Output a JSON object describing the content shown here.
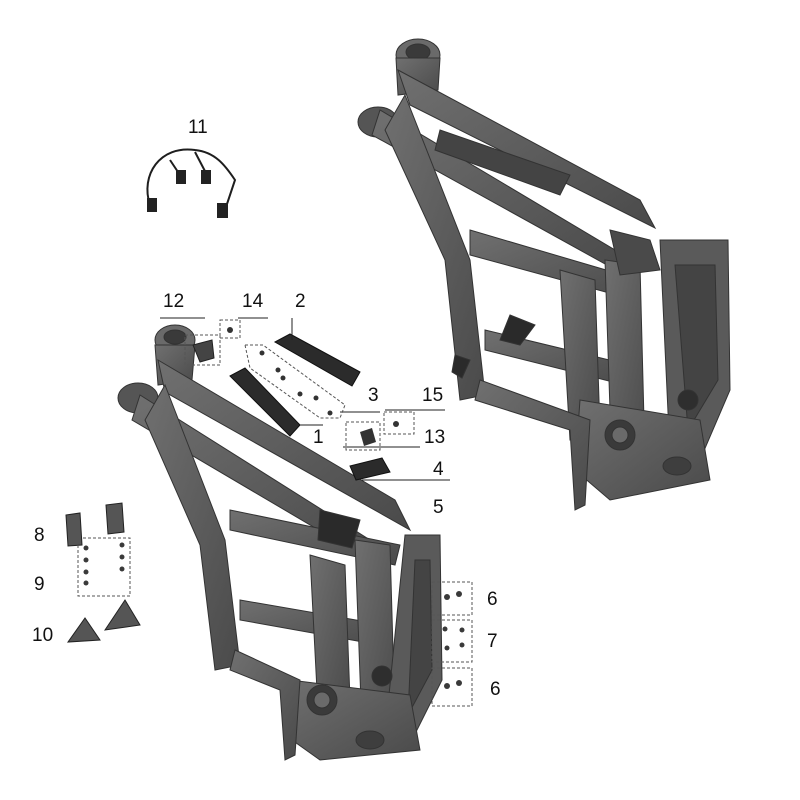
{
  "colors": {
    "frame": "#5b5b5b",
    "frame_dark": "#3a3a3a",
    "frame_light": "#8a8a8a",
    "part": "#2a2a2a",
    "line": "#222222",
    "dash": "#555555"
  },
  "callouts": {
    "c1": "1",
    "c2": "2",
    "c3": "3",
    "c4": "4",
    "c5": "5",
    "c6a": "6",
    "c6b": "6",
    "c7": "7",
    "c8": "8",
    "c9": "9",
    "c10": "10",
    "c11": "11",
    "c12": "12",
    "c13": "13",
    "c14": "14",
    "c15": "15"
  },
  "parts": {
    "frame_assembly": "frame",
    "exploded_frame": "frame",
    "wiring_harness": "wiring-harness-icon",
    "brackets": "bracket-icon",
    "bolts": "bolt-icon"
  }
}
